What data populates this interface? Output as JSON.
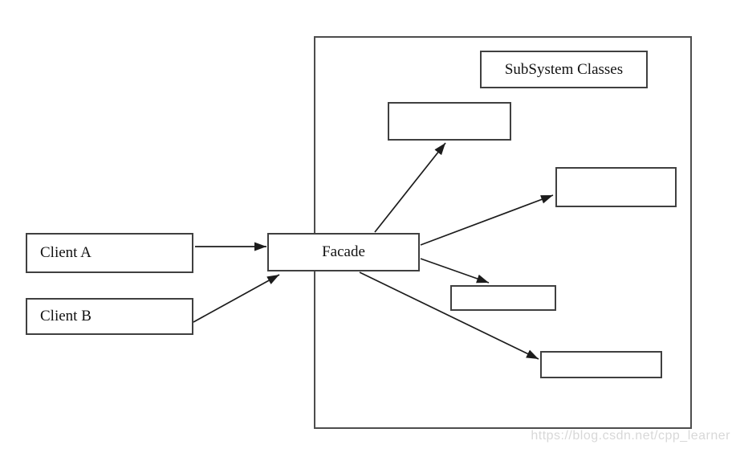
{
  "diagram": {
    "subsystem_boundary": {
      "title_label": "SubSystem Classes"
    },
    "client_a": {
      "label": "Client A"
    },
    "client_b": {
      "label": "Client B"
    },
    "facade": {
      "label": "Facade"
    },
    "subsystem_boxes": [
      {
        "label": ""
      },
      {
        "label": ""
      },
      {
        "label": ""
      },
      {
        "label": ""
      }
    ],
    "arrows": [
      {
        "from": "client-a",
        "to": "facade"
      },
      {
        "from": "client-b",
        "to": "facade"
      },
      {
        "from": "facade",
        "to": "subsystem-box-1"
      },
      {
        "from": "facade",
        "to": "subsystem-box-2"
      },
      {
        "from": "facade",
        "to": "subsystem-box-3"
      },
      {
        "from": "facade",
        "to": "subsystem-box-4"
      }
    ]
  },
  "watermark": {
    "text": "https://blog.csdn.net/cpp_learner"
  },
  "colors": {
    "background": "#ffffff",
    "box_border": "#404040",
    "boundary_border": "#4d4d4d",
    "arrow": "#1c1c1c",
    "text": "#111111",
    "watermark": "#d8d8d8"
  }
}
